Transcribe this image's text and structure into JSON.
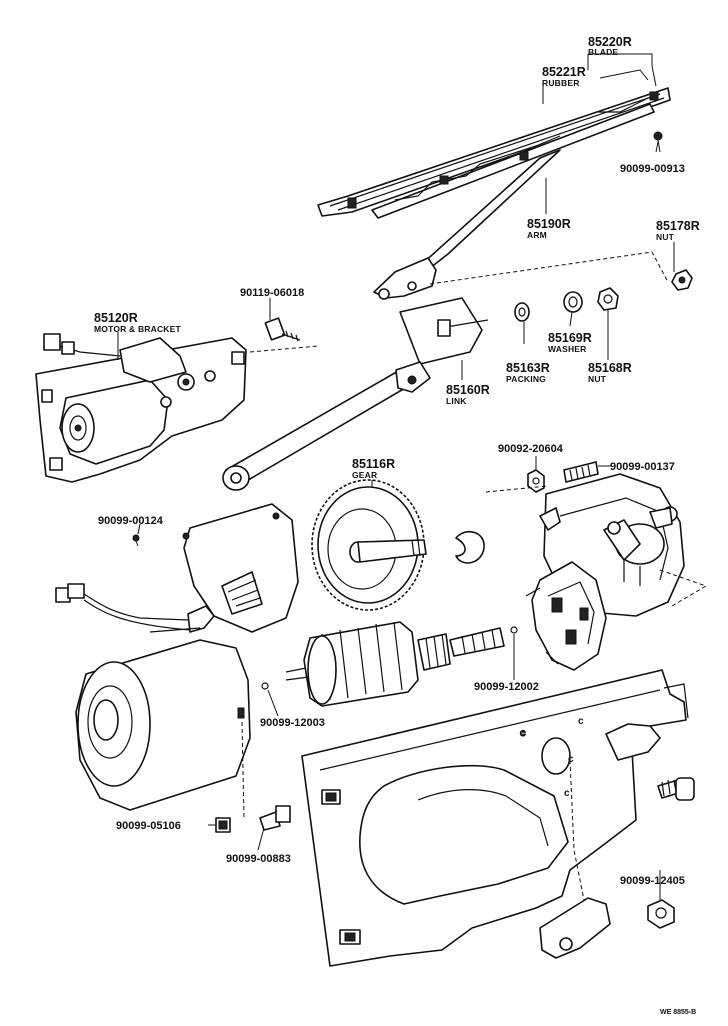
{
  "parts": [
    {
      "key": "blade",
      "number": "85220R",
      "name": "BLADE"
    },
    {
      "key": "rubber",
      "number": "85221R",
      "name": "RUBBER"
    },
    {
      "key": "screw-913",
      "number": "90099-00913",
      "name": ""
    },
    {
      "key": "arm",
      "number": "85190R",
      "name": "ARM"
    },
    {
      "key": "nut-178",
      "number": "85178R",
      "name": "NUT"
    },
    {
      "key": "bolt-6018",
      "number": "90119-06018",
      "name": ""
    },
    {
      "key": "motor-bracket",
      "number": "85120R",
      "name": "MOTOR & BRACKET"
    },
    {
      "key": "packing",
      "number": "85163R",
      "name": "PACKING"
    },
    {
      "key": "washer",
      "number": "85169R",
      "name": "WASHER"
    },
    {
      "key": "nut-168",
      "number": "85168R",
      "name": "NUT"
    },
    {
      "key": "link",
      "number": "85160R",
      "name": "LINK"
    },
    {
      "key": "nut-20604",
      "number": "90092-20604",
      "name": ""
    },
    {
      "key": "spring-137",
      "number": "90099-00137",
      "name": ""
    },
    {
      "key": "gear",
      "number": "85116R",
      "name": "GEAR"
    },
    {
      "key": "screw-124",
      "number": "90099-00124",
      "name": ""
    },
    {
      "key": "ball-12002",
      "number": "90099-12002",
      "name": ""
    },
    {
      "key": "ball-12003",
      "number": "90099-12003",
      "name": ""
    },
    {
      "key": "clip-5106",
      "number": "90099-05106",
      "name": ""
    },
    {
      "key": "screw-883",
      "number": "90099-00883",
      "name": ""
    },
    {
      "key": "grommet-12405",
      "number": "90099-12405",
      "name": ""
    }
  ],
  "footer_code": "WE 8855-B"
}
